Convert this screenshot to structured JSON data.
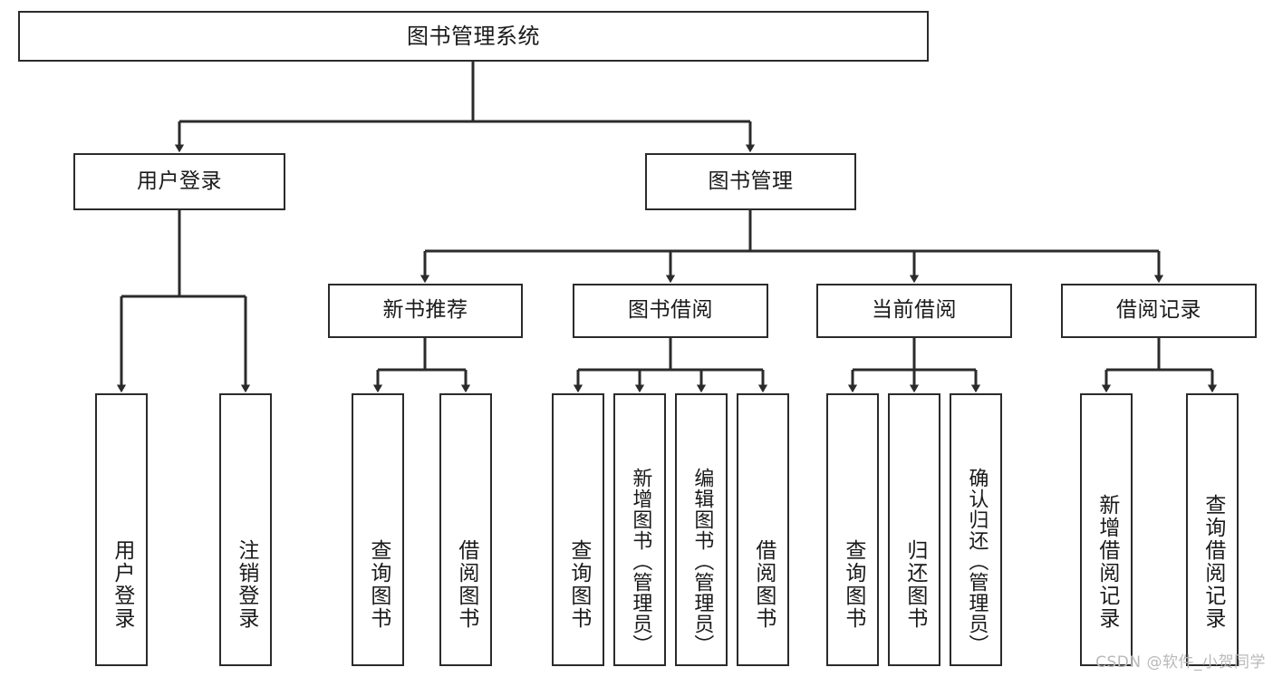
{
  "diagram": {
    "title": "图书管理系统",
    "watermark": "CSDN @软件_小贺同学",
    "stroke_color": "#2b2b2b",
    "background_color": "#ffffff",
    "text_color": "#1a1a1a",
    "nodes": {
      "root": "图书管理系统",
      "user_login": "用户登录",
      "book_manage": "图书管理",
      "new_book_rec": "新书推荐",
      "book_borrow": "图书借阅",
      "current_borrow": "当前借阅",
      "borrow_record": "借阅记录",
      "leaf_user_login": "用户登录",
      "leaf_logout": "注销登录",
      "leaf_query_book_1": "查询图书",
      "leaf_borrow_book_1": "借阅图书",
      "leaf_query_book_2": "查询图书",
      "leaf_add_book_admin": "新增图书（管理员）",
      "leaf_edit_book_admin": "编辑图书（管理员）",
      "leaf_borrow_book_2": "借阅图书",
      "leaf_query_book_3": "查询图书",
      "leaf_return_book": "归还图书",
      "leaf_confirm_return_admin": "确认归还（管理员）",
      "leaf_add_record": "新增借阅记录",
      "leaf_query_record": "查询借阅记录"
    }
  }
}
